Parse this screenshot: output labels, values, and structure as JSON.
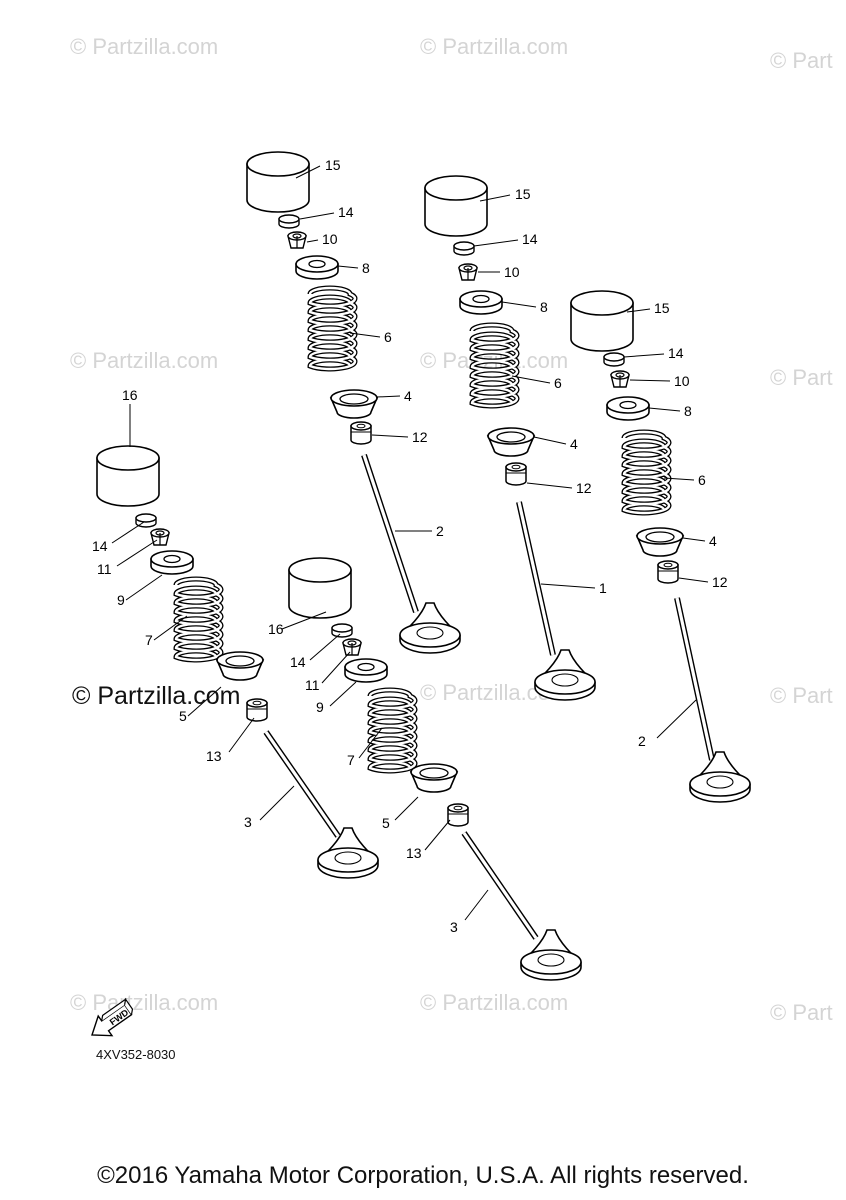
{
  "watermarks": {
    "text": "© Partzilla.com",
    "short": "© Part",
    "prominent": "© Partzilla.com"
  },
  "diagram": {
    "fwd_label": "FWD",
    "code": "4XV352-8030",
    "callouts": {
      "a1_15": "15",
      "a1_14": "14",
      "a1_10": "10",
      "a1_8": "8",
      "a1_6": "6",
      "a1_4": "4",
      "a1_12": "12",
      "a1_2": "2",
      "a2_15": "15",
      "a2_14": "14",
      "a2_10": "10",
      "a2_8": "8",
      "a2_6": "6",
      "a2_4": "4",
      "a2_12": "12",
      "a2_1": "1",
      "a3_15": "15",
      "a3_14": "14",
      "a3_10": "10",
      "a3_8": "8",
      "a3_6": "6",
      "a3_4": "4",
      "a3_12": "12",
      "a3_2": "2",
      "b1_16": "16",
      "b1_14": "14",
      "b1_11": "11",
      "b1_9": "9",
      "b1_7": "7",
      "b1_5": "5",
      "b1_13": "13",
      "b1_3": "3",
      "b2_16": "16",
      "b2_14": "14",
      "b2_11": "11",
      "b2_9": "9",
      "b2_7": "7",
      "b2_5": "5",
      "b2_13": "13",
      "b2_3": "3"
    }
  },
  "footer": {
    "copyright": "©2016 Yamaha Motor Corporation, U.S.A. All rights reserved."
  }
}
